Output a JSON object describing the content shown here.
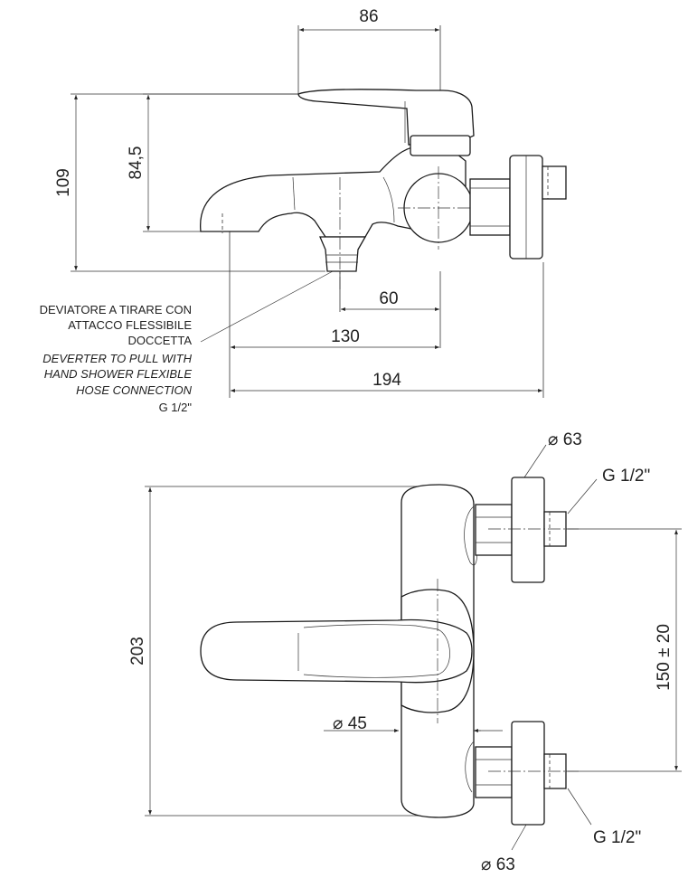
{
  "dimensions": {
    "top_width": "86",
    "overall_height": "109",
    "spout_height": "84,5",
    "diverter_offset": "60",
    "spout_length": "130",
    "overall_length": "194",
    "body_height": "203",
    "flange_top": "⌀ 63",
    "flange_bottom": "⌀ 63",
    "body_diameter": "⌀ 45",
    "center_distance": "150 ± 20",
    "inlet_top": "G 1/2\"",
    "inlet_bottom": "G 1/2\""
  },
  "note": {
    "it_line1": "DEVIATORE A TIRARE CON",
    "it_line2": "ATTACCO FLESSIBILE",
    "it_line3": "DOCCETTA",
    "en_line1": "DEVERTER TO PULL WITH",
    "en_line2": "HAND SHOWER FLEXIBLE",
    "en_line3": "HOSE CONNECTION",
    "thread": "G 1/2\""
  }
}
